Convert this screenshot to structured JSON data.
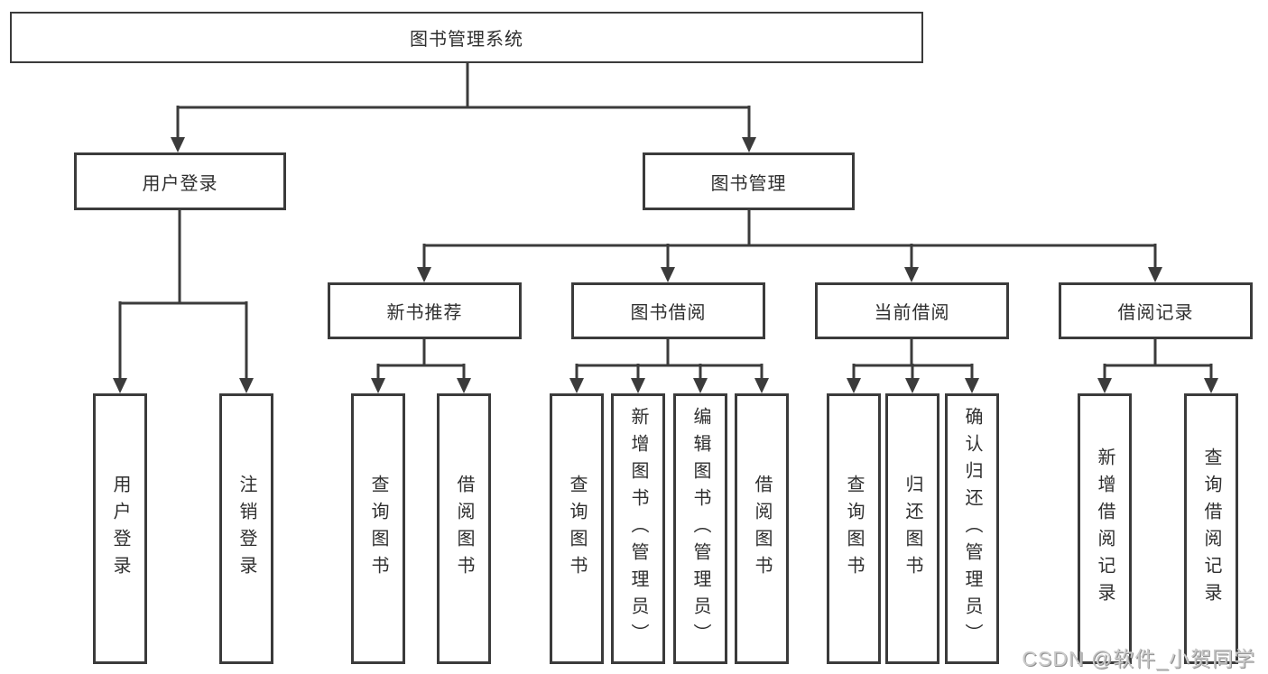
{
  "diagram": {
    "root": "图书管理系统",
    "login": {
      "label": "用户登录",
      "children": [
        "用户登录",
        "注销登录"
      ]
    },
    "mgmt": {
      "label": "图书管理",
      "modules": [
        {
          "label": "新书推荐",
          "children": [
            "查询图书",
            "借阅图书"
          ]
        },
        {
          "label": "图书借阅",
          "children": [
            "查询图书",
            "新增图书（管理员）",
            "编辑图书（管理员）",
            "借阅图书"
          ]
        },
        {
          "label": "当前借阅",
          "children": [
            "查询图书",
            "归还图书",
            "确认归还（管理员）"
          ]
        },
        {
          "label": "借阅记录",
          "children": [
            "新增借阅记录",
            "查询借阅记录"
          ]
        }
      ]
    },
    "colors": {
      "line": "#3b3b3b",
      "text": "#2f2f2f",
      "background": "#ffffff",
      "watermark": "#c9c9c9"
    }
  },
  "watermark": {
    "text": "CSDN @软件_小贺同学"
  }
}
